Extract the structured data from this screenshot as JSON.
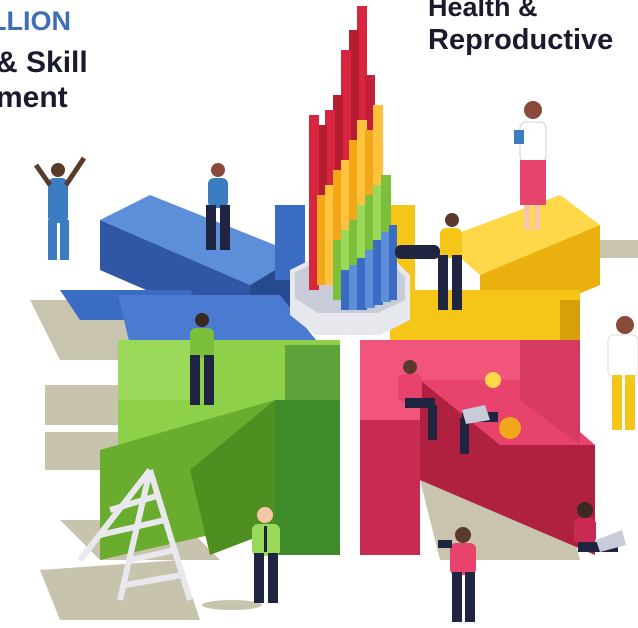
{
  "headings": {
    "left_line1": "LLION",
    "left_line2": "& Skill",
    "left_line3": "ment",
    "right_line1": "Health &",
    "right_line2": "Reproductive"
  },
  "colors": {
    "heading_blue": "#3d6fb6",
    "heading_dark": "#1a1a2e",
    "blue_arm": "#3a6cc4",
    "yellow_arm": "#f5c518",
    "green_arm": "#7cbf3a",
    "pink_arm": "#e8436d",
    "red_bar": "#d7263d",
    "orange_bar": "#f2a71b",
    "green_bar": "#7cbf3a",
    "blue_bar": "#3a6cc4",
    "shadow": "#b6b091"
  },
  "illustration": {
    "bar_colors": [
      "red_bar",
      "orange_bar",
      "green_bar",
      "blue_bar"
    ],
    "icons": [
      "ladder-icon",
      "magnifying-glass-icon",
      "cat-icon",
      "laptop-icon",
      "clipboard-icon",
      "camera-icon"
    ]
  }
}
